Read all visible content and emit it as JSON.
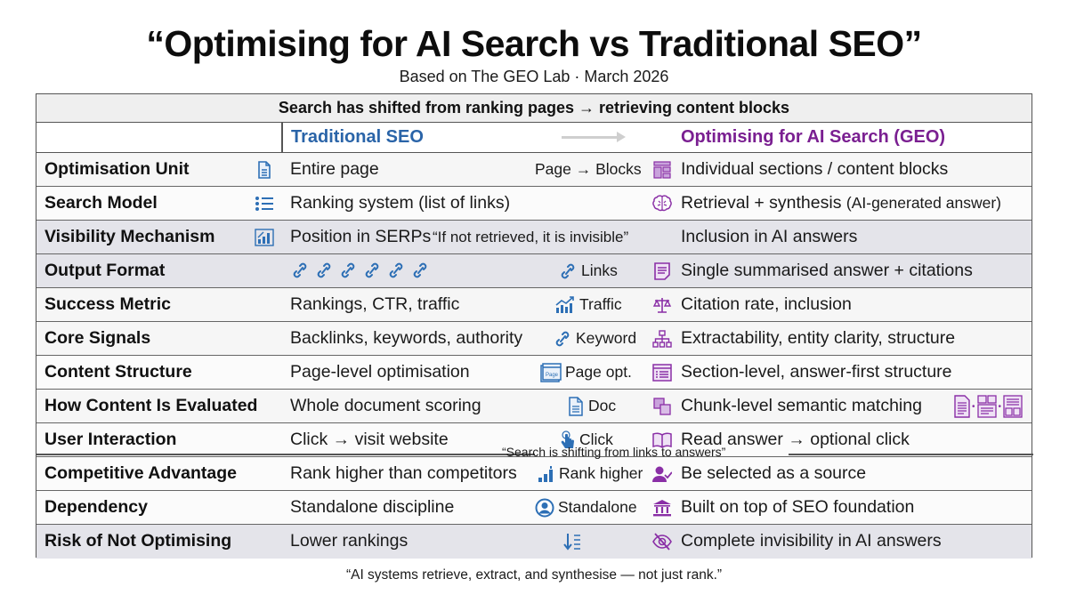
{
  "title": "“Optimising for AI Search vs Traditional SEO”",
  "subtitle": "Based on The GEO Lab · March 2026",
  "banner": "Search has shifted from ranking pages → retrieving content blocks",
  "header": {
    "traditional": "Traditional SEO",
    "geo": "Optimising for AI Search (GEO)"
  },
  "colors": {
    "traditional_blue": "#2a64a8",
    "geo_purple": "#7a1f91",
    "icon_blue": "#2d6fb5",
    "icon_purple": "#8a2fa6"
  },
  "rows": [
    {
      "label": "Optimisation Unit",
      "label_icon": "document-icon",
      "traditional": "Entire page",
      "mini_label": "Page → Blocks",
      "mini_icon": "",
      "geo_icon": "layout-blocks-icon",
      "geo": "Individual sections / content blocks"
    },
    {
      "label": "Search Model",
      "label_icon": "list-icon",
      "traditional": "Ranking system (list of links)",
      "mini_label": "",
      "mini_icon": "",
      "geo_icon": "brain-icon",
      "geo": "Retrieval + synthesis",
      "geo_suffix": "(AI-generated answer)"
    },
    {
      "label": "Visibility Mechanism",
      "label_icon": "bar-chart-icon",
      "traditional": "Position in SERPs",
      "inline_quote": "“If not retrieved, it is invisible”",
      "mini_label": "",
      "mini_icon": "",
      "geo_icon": "",
      "geo": "Inclusion in AI answers"
    },
    {
      "label": "Output Format",
      "label_icon": "",
      "traditional": "",
      "traditional_icons": [
        "link-icon",
        "link-icon",
        "link-icon",
        "link-icon",
        "link-icon",
        "link-icon"
      ],
      "mini_label": "Links",
      "mini_icon": "link-icon",
      "geo_icon": "summary-document-icon",
      "geo": "Single summarised answer + citations"
    },
    {
      "label": "Success Metric",
      "label_icon": "",
      "traditional": "Rankings, CTR, traffic",
      "mini_label": "Traffic",
      "mini_icon": "trend-chart-icon",
      "geo_icon": "scales-icon",
      "geo": "Citation rate, inclusion"
    },
    {
      "label": "Core Signals",
      "label_icon": "",
      "traditional": "Backlinks, keywords, authority",
      "mini_label": "Keyword",
      "mini_icon": "link-icon",
      "geo_icon": "hierarchy-icon",
      "geo": "Extractability, entity clarity, structure"
    },
    {
      "label": "Content Structure",
      "label_icon": "",
      "traditional": "Page-level optimisation",
      "mini_label": "Page opt.",
      "mini_icon": "browser-page-icon",
      "geo_icon": "section-list-icon",
      "geo": "Section-level, answer-first structure"
    },
    {
      "label": "How Content Is Evaluated",
      "label_icon": "",
      "traditional": "Whole document scoring",
      "mini_label": "Doc",
      "mini_icon": "document-icon",
      "geo_icon": "chunks-icon",
      "geo": "Chunk-level semantic matching",
      "geo_trailing_icons": [
        "document-icon",
        "blocks-document-icon",
        "document-blocks-icon"
      ]
    },
    {
      "label": "User Interaction",
      "label_icon": "",
      "traditional": "Click → visit website",
      "mini_label": "Click",
      "mini_icon": "tap-icon",
      "geo_icon": "open-book-icon",
      "geo": "Read answer → optional click"
    },
    {
      "label": "Competitive Advantage",
      "label_icon": "",
      "traditional": "Rank higher than competitors",
      "mini_label": "Rank higher",
      "mini_icon": "rising-bars-icon",
      "geo_icon": "user-check-icon",
      "geo": "Be selected as a source"
    },
    {
      "label": "Dependency",
      "label_icon": "",
      "traditional": "Standalone discipline",
      "mini_label": "Standalone",
      "mini_icon": "user-circle-icon",
      "geo_icon": "institution-icon",
      "geo": "Built on top of SEO foundation"
    },
    {
      "label": "Risk of Not Optimising",
      "label_icon": "",
      "traditional": "Lower rankings",
      "mini_label": "",
      "mini_icon": "sort-down-icon",
      "geo_icon": "eye-off-icon",
      "geo": "Complete invisibility in AI answers"
    }
  ],
  "divider_quote": "“Search is shifting from links to answers”",
  "footer": "“AI systems retrieve, extract, and synthesise — not just rank.”"
}
